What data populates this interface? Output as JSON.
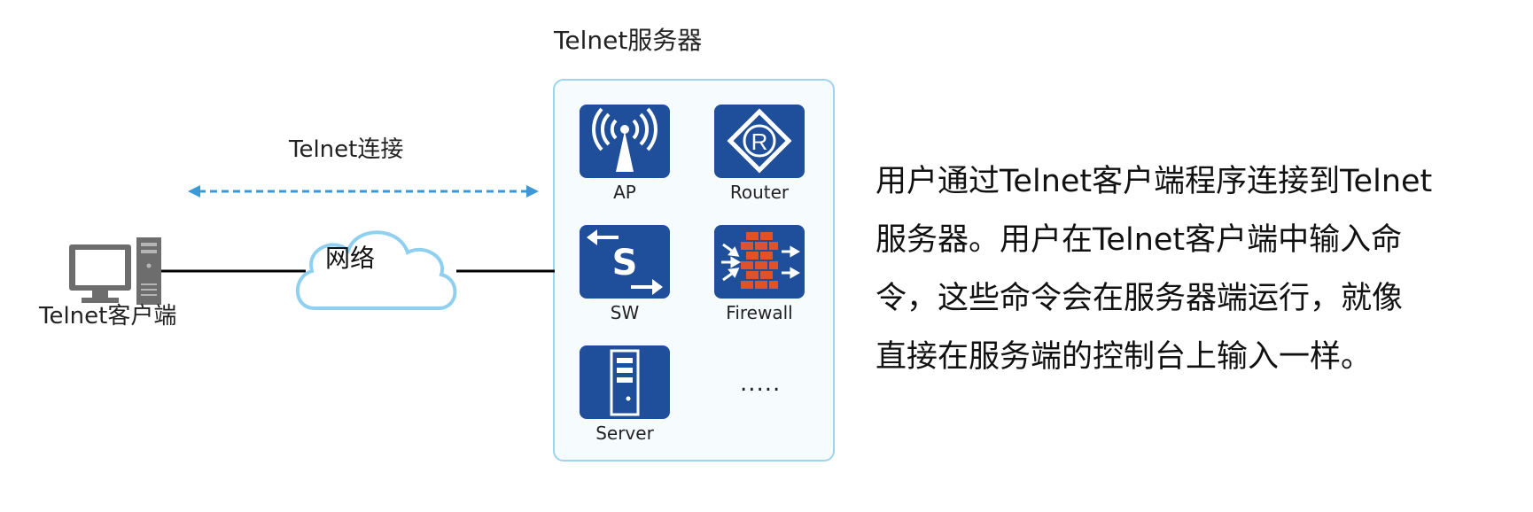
{
  "server": {
    "title": "Telnet服务器",
    "devices": [
      {
        "label": "AP"
      },
      {
        "label": "Router"
      },
      {
        "label": "SW"
      },
      {
        "label": "Firewall"
      },
      {
        "label": "Server"
      }
    ],
    "more": "....."
  },
  "connection": {
    "label": "Telnet连接"
  },
  "network": {
    "label": "网络"
  },
  "client": {
    "label": "Telnet客户端"
  },
  "description": {
    "lines": [
      "用户通过Telnet客户端程序连接到Telnet",
      "服务器。用户在Telnet客户端中输入命",
      "令，这些命令会在服务器端运行，就像",
      "直接在服务端的控制台上输入一样。"
    ]
  },
  "colors": {
    "device_tile": "#1f4f9a",
    "firewall_brick": "#e0522a",
    "dashed_arrow": "#3a9ad9",
    "cloud_stroke": "#8fd0f0",
    "box_border": "#9fd3ee"
  }
}
